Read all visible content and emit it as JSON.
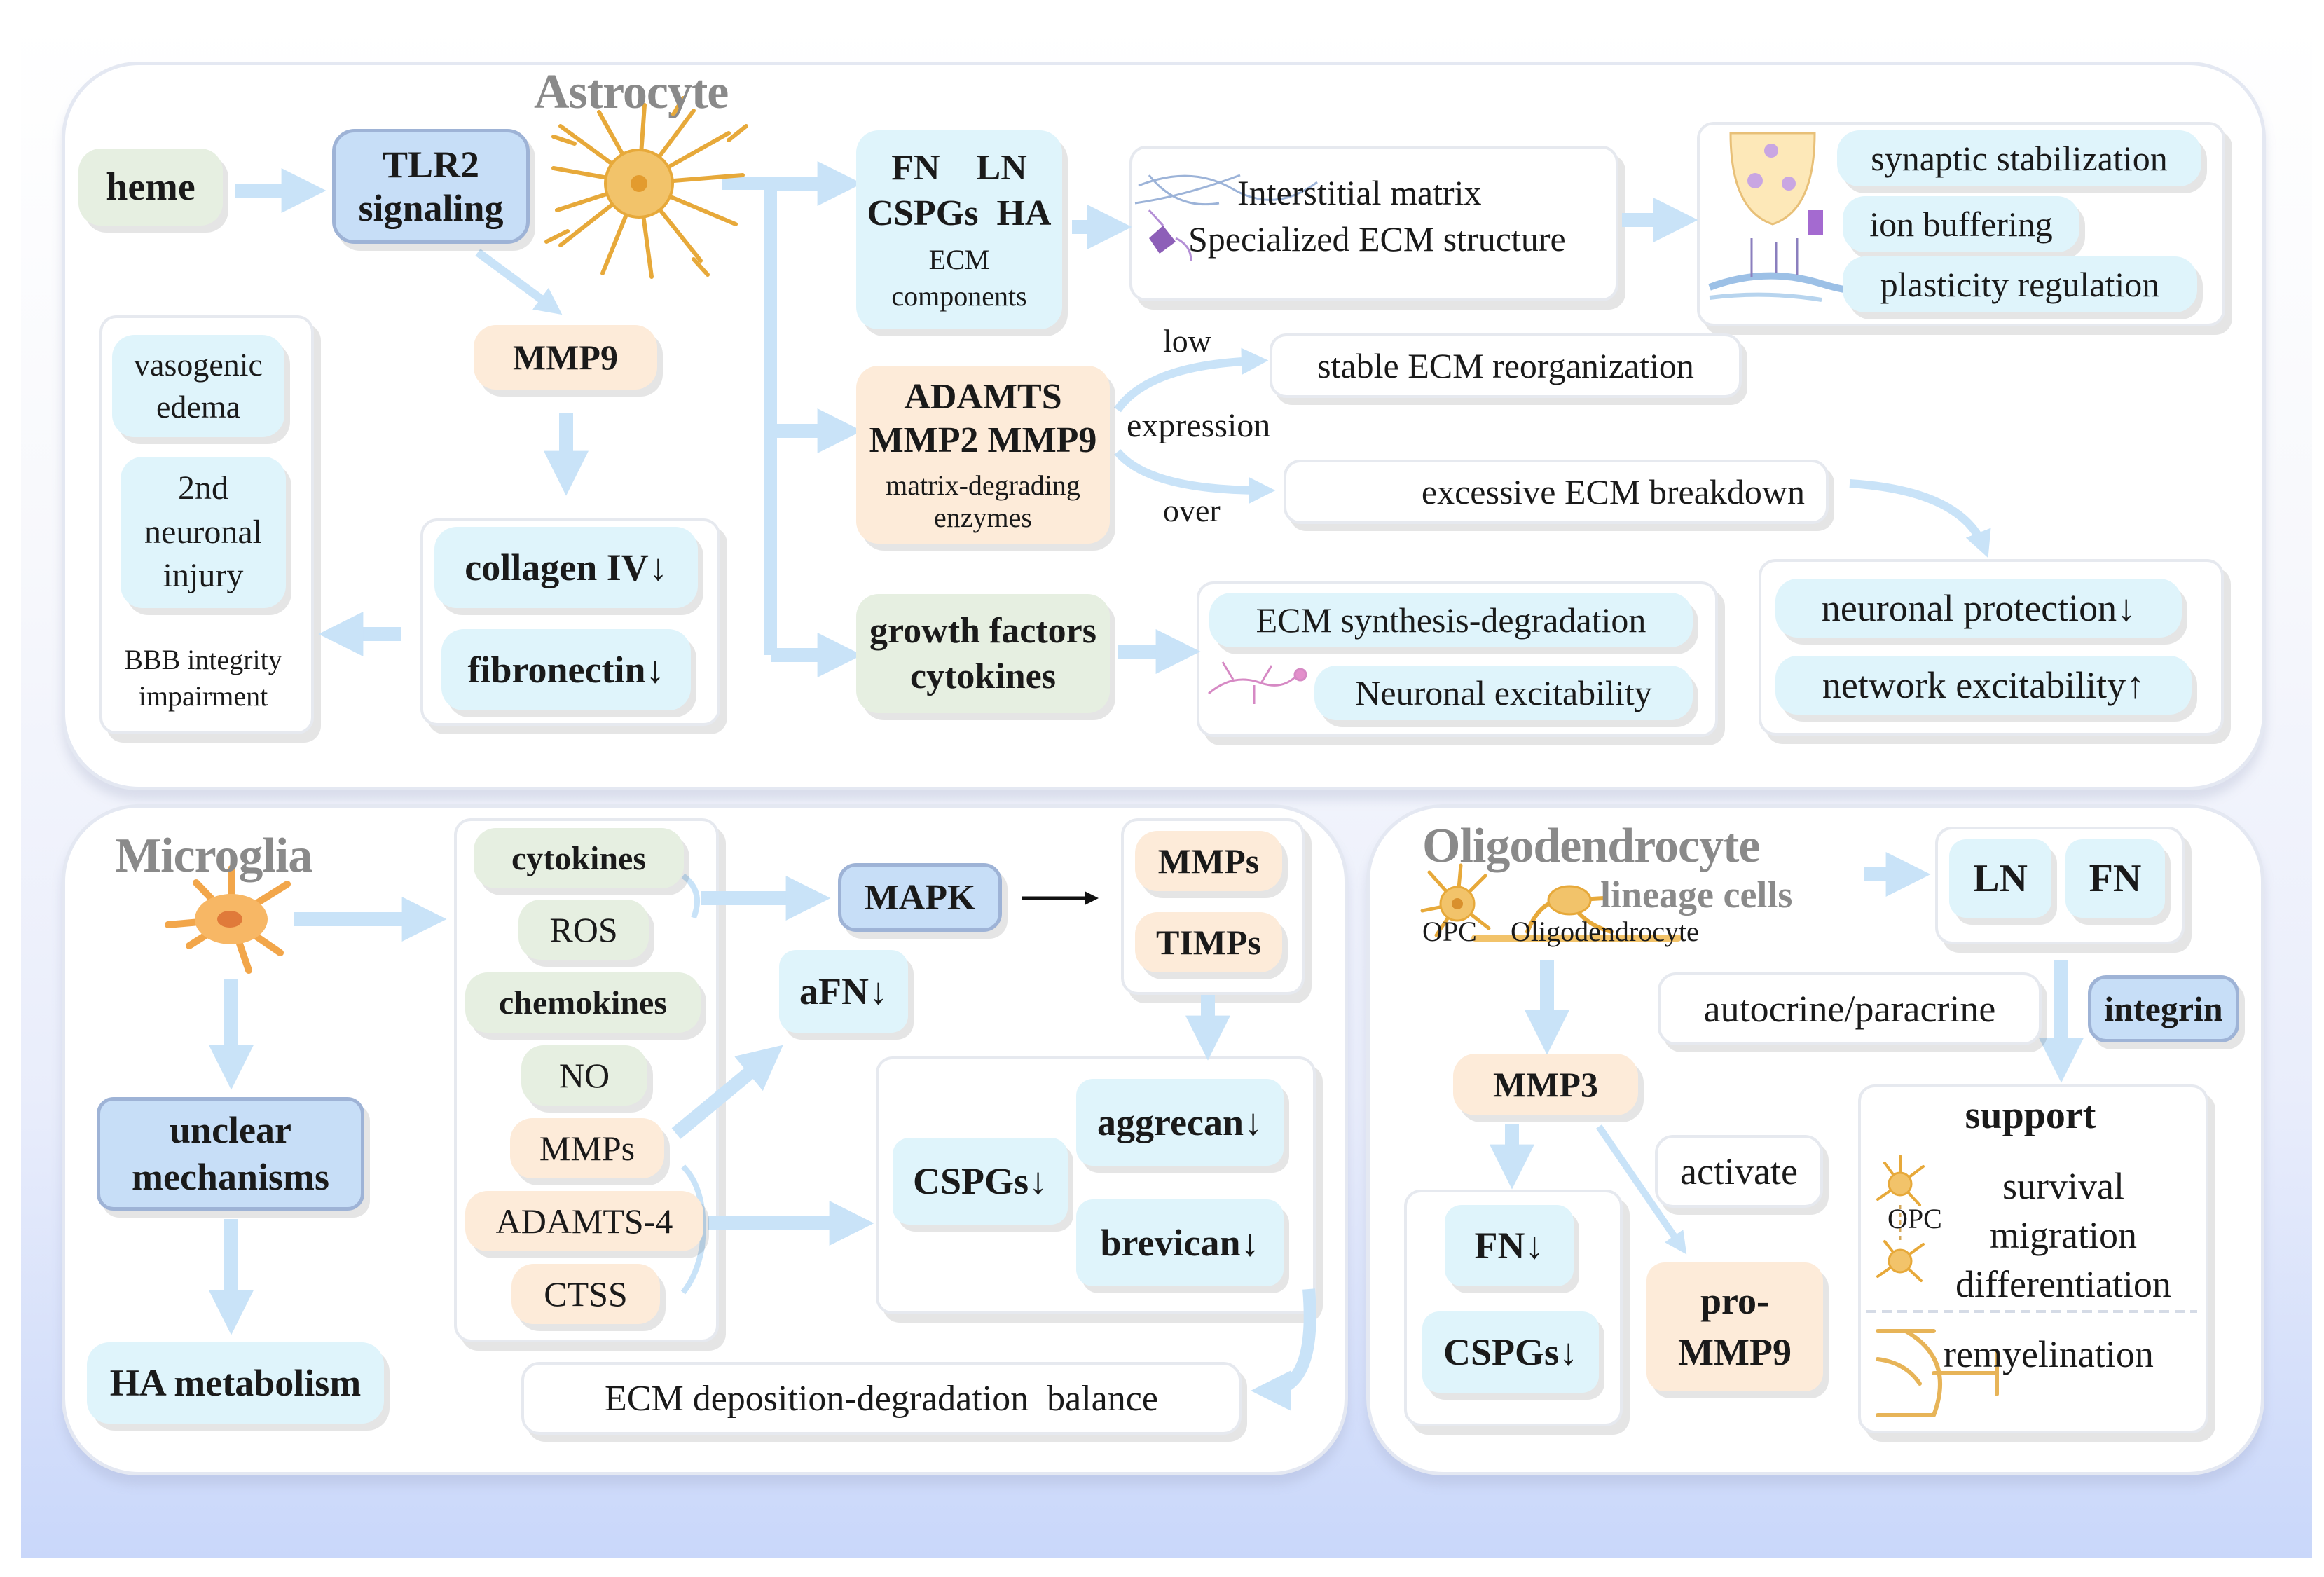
{
  "astrocyte": {
    "title": "Astrocyte",
    "heme": "heme",
    "tlr2": "TLR2\nsignaling",
    "mmp9": "MMP9",
    "collagen": "collagen IV↓",
    "fibronectin": "fibronectin↓",
    "vasogenic": "vasogenic\nedema",
    "neuronal_injury": "2nd\nneuronal\ninjury",
    "bbb": "BBB integrity\nimpairment",
    "ecm_main": "FN    LN\nCSPGs  HA",
    "ecm_sub": "ECM\ncomponents",
    "interstitial": "Interstitial matrix",
    "specialized": "Specialized ECM structure",
    "synaptic": "synaptic stabilization",
    "ion": "ion buffering",
    "plasticity": "plasticity regulation",
    "adamts_main": "ADAMTS\nMMP2 MMP9",
    "adamts_sub": "matrix-degrading\nenzymes",
    "low": "low",
    "expression": "expression",
    "over": "over",
    "stable": "stable ECM reorganization",
    "excessive": "excessive ECM breakdown",
    "growth": "growth factors\ncytokines",
    "synthesis": "ECM synthesis-degradation",
    "excitability": "Neuronal excitability",
    "protection": "neuronal protection↓",
    "network": "network excitability↑"
  },
  "microglia": {
    "title": "Microglia",
    "unclear": "unclear\nmechanisms",
    "ha": "HA metabolism",
    "list": [
      "cytokines",
      "ROS",
      "chemokines",
      "NO",
      "MMPs",
      "ADAMTS-4",
      "CTSS"
    ],
    "mapk": "MAPK",
    "afn": "aFN↓",
    "mmps": "MMPs",
    "timps": "TIMPs",
    "cspgs": "CSPGs↓",
    "aggrecan": "aggrecan↓",
    "brevican": "brevican↓",
    "balance": "ECM deposition-degradation  balance"
  },
  "oligo": {
    "title": "Oligodendrocyte",
    "subtitle": "lineage cells",
    "opc": "OPC",
    "oligo_label": "Oligodendrocyte",
    "ln": "LN",
    "fn": "FN",
    "autocrine": "autocrine/paracrine",
    "integrin": "integrin",
    "mmp3": "MMP3",
    "activate": "activate",
    "fn_down": "FN↓",
    "cspgs_down": "CSPGs↓",
    "pro_mmp9": "pro-\nMMP9",
    "support": "support",
    "support_opc": "OPC",
    "survival": "survival\nmigration\ndifferentiation",
    "remyelination": "remyelination"
  },
  "colors": {
    "arrow": "#c9e3f8",
    "cyan": "#dff4fb",
    "green": "#e6efe1",
    "peach": "#fdebd9",
    "blue": "#c7def7",
    "cell": "#f2c36a"
  }
}
